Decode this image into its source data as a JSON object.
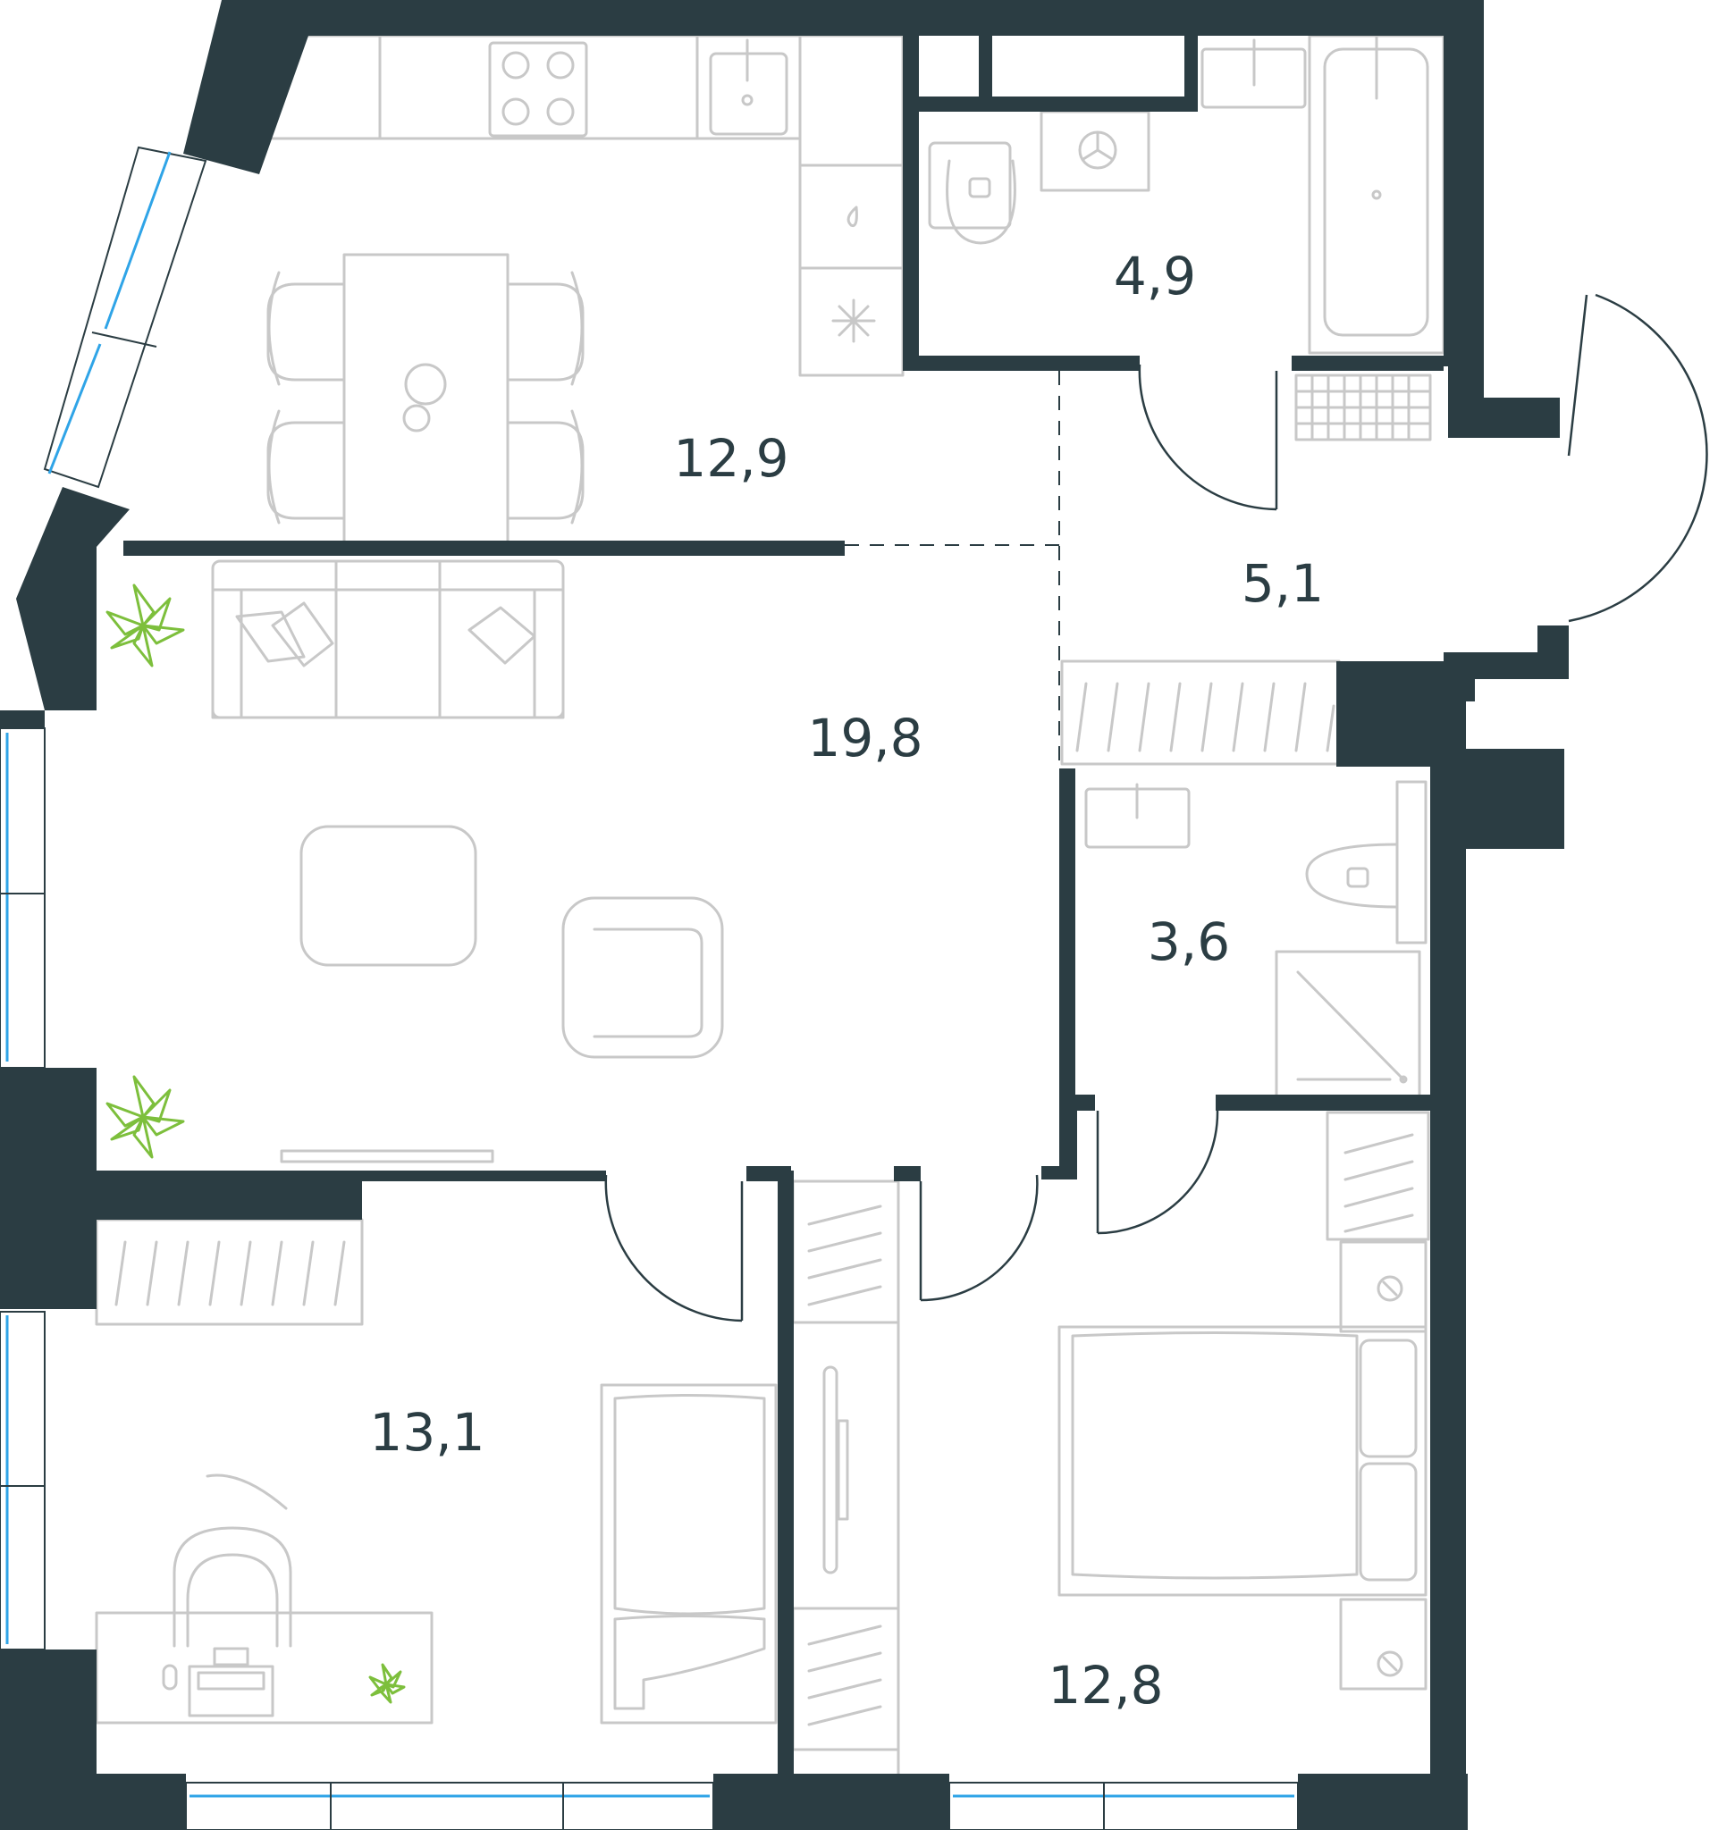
{
  "colors": {
    "wall": "#2b3d43",
    "furniture": "#c8c8c8",
    "window_glass": "#2fa4e7",
    "plants": "#7dbf3c",
    "background": "#ffffff"
  },
  "rooms": [
    {
      "id": "kitchen",
      "area": "12,9"
    },
    {
      "id": "bathroom",
      "area": "4,9"
    },
    {
      "id": "hall",
      "area": "5,1"
    },
    {
      "id": "living",
      "area": "19,8"
    },
    {
      "id": "wc",
      "area": "3,6"
    },
    {
      "id": "bedroom-left",
      "area": "13,1"
    },
    {
      "id": "bedroom-right",
      "area": "12,8"
    }
  ],
  "icons": [
    "stove-icon",
    "sink-icon",
    "toilet-icon",
    "bathtub-icon",
    "washing-machine-icon",
    "shower-icon",
    "bed-icon",
    "sofa-icon",
    "dining-table-icon",
    "armchair-icon",
    "desk-icon",
    "plant-icon",
    "wardrobe-icon",
    "radiator-icon",
    "fridge-icon"
  ]
}
